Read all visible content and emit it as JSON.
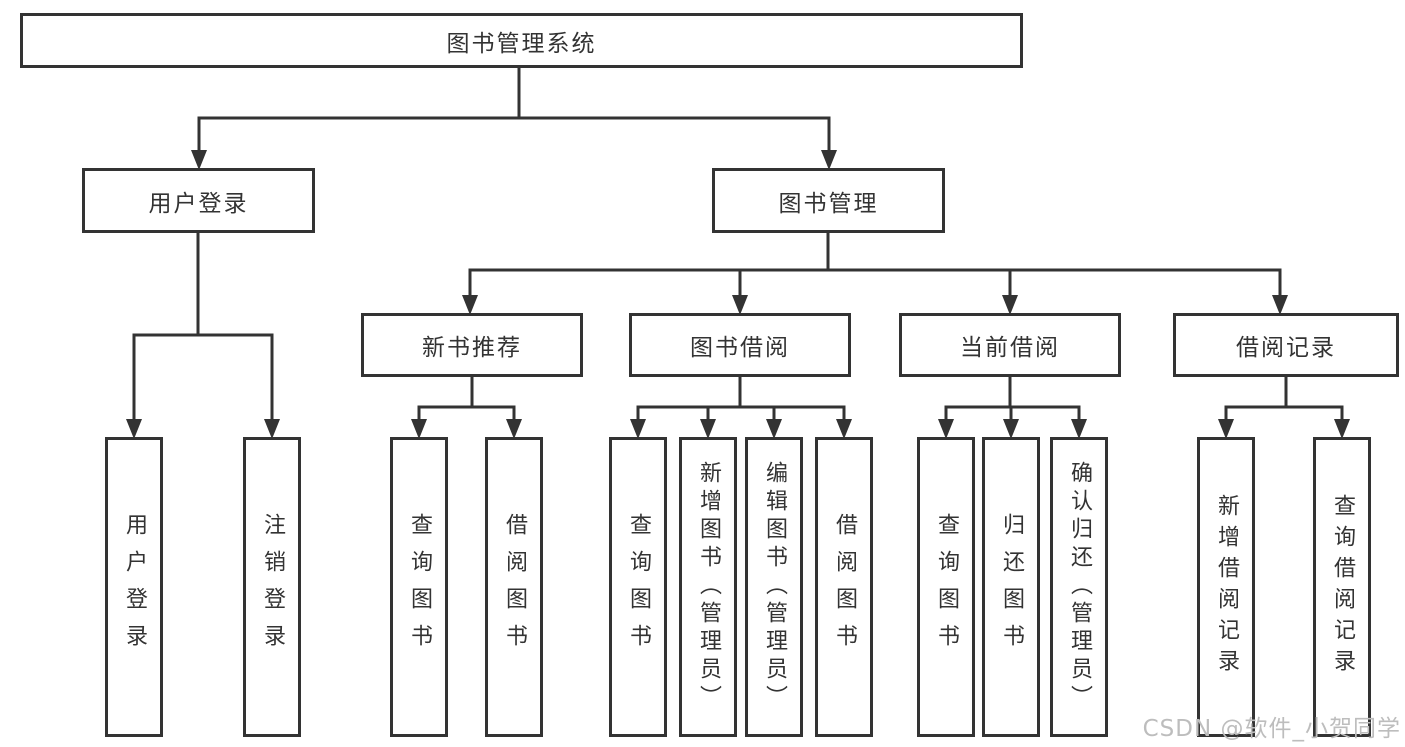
{
  "diagram_type": "hierarchy-tree",
  "colors": {
    "line": "#333333",
    "box_border": "#333333",
    "box_fill": "#ffffff",
    "text": "#333333",
    "watermark": "#bdbdbd",
    "background": "#ffffff"
  },
  "watermark": "CSDN @软件_小贺同学",
  "nodes": {
    "root": {
      "label": "图书管理系统"
    },
    "ulogin": {
      "label": "用户登录"
    },
    "bmgmt": {
      "label": "图书管理"
    },
    "ul_login": {
      "label": "用户登录"
    },
    "ul_logout": {
      "label": "注销登录"
    },
    "new_book": {
      "label": "新书推荐"
    },
    "borrow": {
      "label": "图书借阅"
    },
    "current": {
      "label": "当前借阅"
    },
    "records": {
      "label": "借阅记录"
    },
    "nb_query": {
      "label": "查询图书"
    },
    "nb_borrow": {
      "label": "借阅图书"
    },
    "bw_query": {
      "label": "查询图书"
    },
    "bw_add": {
      "label": "新增图书（管理员）"
    },
    "bw_edit": {
      "label": "编辑图书（管理员）"
    },
    "bw_borrow": {
      "label": "借阅图书"
    },
    "cu_query": {
      "label": "查询图书"
    },
    "cu_return": {
      "label": "归还图书"
    },
    "cu_confirm": {
      "label": "确认归还（管理员）"
    },
    "rc_add": {
      "label": "新增借阅记录"
    },
    "rc_query": {
      "label": "查询借阅记录"
    }
  },
  "edges": [
    [
      "root",
      "ulogin"
    ],
    [
      "root",
      "bmgmt"
    ],
    [
      "ulogin",
      "ul_login"
    ],
    [
      "ulogin",
      "ul_logout"
    ],
    [
      "bmgmt",
      "new_book"
    ],
    [
      "bmgmt",
      "borrow"
    ],
    [
      "bmgmt",
      "current"
    ],
    [
      "bmgmt",
      "records"
    ],
    [
      "new_book",
      "nb_query"
    ],
    [
      "new_book",
      "nb_borrow"
    ],
    [
      "borrow",
      "bw_query"
    ],
    [
      "borrow",
      "bw_add"
    ],
    [
      "borrow",
      "bw_edit"
    ],
    [
      "borrow",
      "bw_borrow"
    ],
    [
      "current",
      "cu_query"
    ],
    [
      "current",
      "cu_return"
    ],
    [
      "current",
      "cu_confirm"
    ],
    [
      "records",
      "rc_add"
    ],
    [
      "records",
      "rc_query"
    ]
  ]
}
